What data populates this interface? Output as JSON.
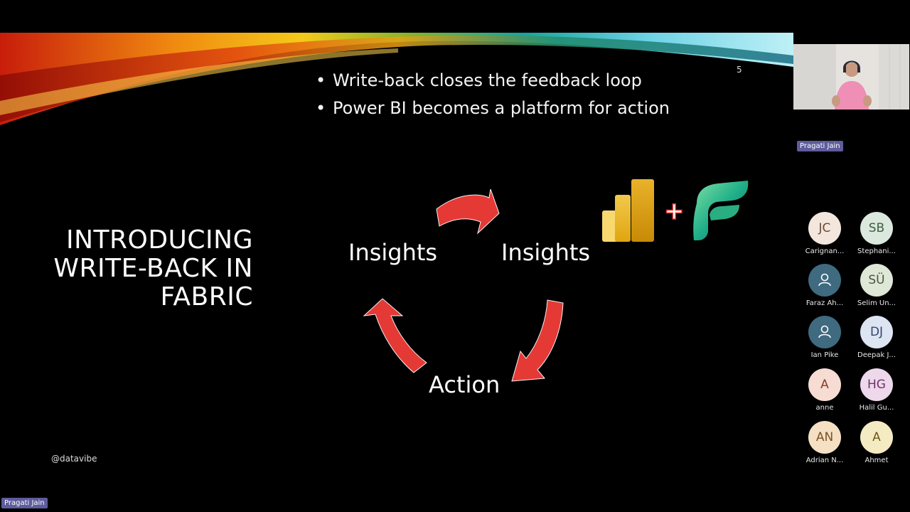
{
  "slide": {
    "bullets": [
      "Write-back closes the feedback loop",
      "Power BI becomes a platform for action"
    ],
    "slide_number": "5",
    "title_lines": [
      "INTRODUCING",
      "WRITE-BACK IN",
      "FABRIC"
    ],
    "cycle": {
      "left_label": "Insights",
      "right_label": "Insights",
      "bottom_label": "Action"
    },
    "handle": "@datavibe",
    "logo_icons": [
      "power-bi-logo-icon",
      "fabric-logo-icon"
    ],
    "plus_symbol": "+"
  },
  "presenter": {
    "name": "Pragati Jain"
  },
  "participants": [
    {
      "initials": "JC",
      "name": "Carignan...",
      "bg": "#f3e6dc",
      "fg": "#6b4a35",
      "icon": null
    },
    {
      "initials": "SB",
      "name": "Stephani...",
      "bg": "#dbe8dd",
      "fg": "#3b5e43",
      "icon": null
    },
    {
      "initials": "",
      "name": "Faraz Ah...",
      "bg": "#3f6a80",
      "fg": "#ffffff",
      "icon": "person-icon"
    },
    {
      "initials": "SÜ",
      "name": "Selim Ün...",
      "bg": "#dfe7d6",
      "fg": "#47573a",
      "icon": null
    },
    {
      "initials": "",
      "name": "Ian Pike",
      "bg": "#3f6a80",
      "fg": "#ffffff",
      "icon": "person-icon"
    },
    {
      "initials": "DJ",
      "name": "Deepak J...",
      "bg": "#dde4f2",
      "fg": "#33466e",
      "icon": null
    },
    {
      "initials": "A",
      "name": "anne",
      "bg": "#f6dcd3",
      "fg": "#8a3c24",
      "icon": null
    },
    {
      "initials": "HG",
      "name": "Halil Gu...",
      "bg": "#eed8ec",
      "fg": "#6d3468",
      "icon": null
    },
    {
      "initials": "AN",
      "name": "Adrian N...",
      "bg": "#f5e0c4",
      "fg": "#7a5325",
      "icon": null
    },
    {
      "initials": "A",
      "name": "Ahmet",
      "bg": "#f5ebc3",
      "fg": "#6e5a18",
      "icon": null
    }
  ],
  "colors": {
    "arrow_red": "#e53935",
    "name_tag": "#5e5c9c"
  }
}
